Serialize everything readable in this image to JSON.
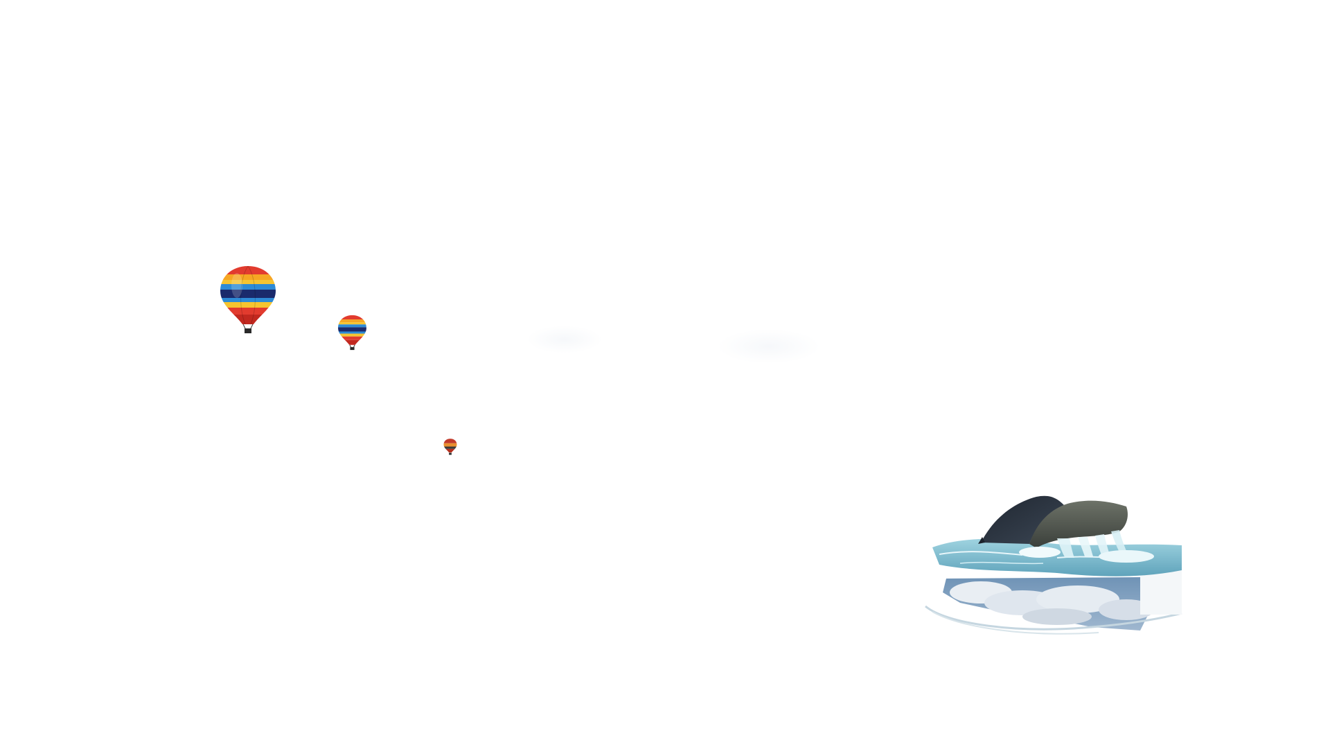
{
  "scene": {
    "background_color": "#ffffff",
    "balloons": [
      {
        "name": "hot-air-balloon-large",
        "colors": [
          "#e23b2e",
          "#f6c431",
          "#243a8f",
          "#2e8bd6",
          "#1b1b1b"
        ]
      },
      {
        "name": "hot-air-balloon-medium",
        "colors": [
          "#e23b2e",
          "#f6c431",
          "#243a8f",
          "#2e8bd6",
          "#1b1b1b"
        ]
      },
      {
        "name": "hot-air-balloon-small",
        "colors": [
          "#c23a2a",
          "#e98f2e",
          "#2b2b2b"
        ]
      }
    ],
    "whale": {
      "name": "whale-tail-splash",
      "colors": {
        "whale": "#2c3440",
        "water": "#7fc0d4",
        "clouds": "#dfe6ee",
        "sky": "#5c83a8"
      }
    }
  }
}
